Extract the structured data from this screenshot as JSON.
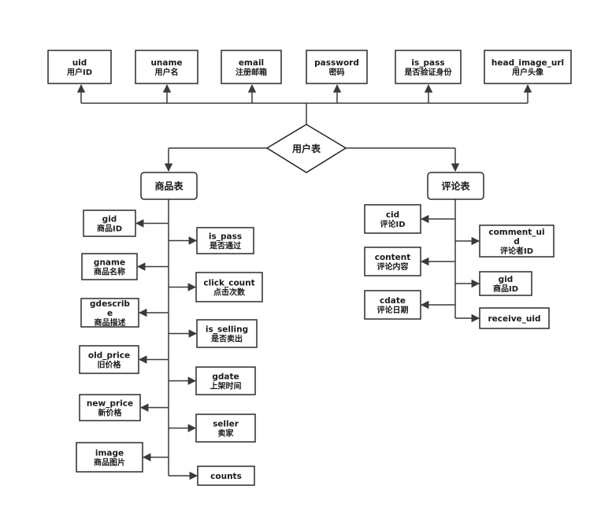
{
  "user_table": {
    "name": "用户表",
    "fields": [
      {
        "lines": [
          "uid",
          "用户ID"
        ]
      },
      {
        "lines": [
          "uname",
          "用户名"
        ]
      },
      {
        "lines": [
          "email",
          "注册邮箱"
        ]
      },
      {
        "lines": [
          "password",
          "密码"
        ]
      },
      {
        "lines": [
          "is_pass",
          "是否验证身份"
        ]
      },
      {
        "lines": [
          "head_image_url",
          "用户头像"
        ]
      }
    ]
  },
  "goods_table": {
    "name": "商品表",
    "left_fields": [
      {
        "lines": [
          "gid",
          "商品ID"
        ]
      },
      {
        "lines": [
          "gname",
          "商品名称"
        ]
      },
      {
        "lines": [
          "gdescrib",
          "e",
          "商品描述"
        ]
      },
      {
        "lines": [
          "old_price",
          "旧价格"
        ]
      },
      {
        "lines": [
          "new_price",
          "新价格"
        ]
      },
      {
        "lines": [
          "image",
          "商品图片"
        ]
      }
    ],
    "right_fields": [
      {
        "lines": [
          "is_pass",
          "是否通过"
        ]
      },
      {
        "lines": [
          "click_count",
          "点击次数"
        ]
      },
      {
        "lines": [
          "is_selling",
          "是否卖出"
        ]
      },
      {
        "lines": [
          "gdate",
          "上架时间"
        ]
      },
      {
        "lines": [
          "seller",
          "卖家"
        ]
      },
      {
        "lines": [
          "counts"
        ]
      }
    ]
  },
  "comment_table": {
    "name": "评论表",
    "left_fields": [
      {
        "lines": [
          "cid",
          "评论ID"
        ]
      },
      {
        "lines": [
          "content",
          "评论内容"
        ]
      },
      {
        "lines": [
          "cdate",
          "评论日期"
        ]
      }
    ],
    "right_fields": [
      {
        "lines": [
          "comment_ui",
          "d",
          "评论者ID"
        ]
      },
      {
        "lines": [
          "gid",
          "商品ID"
        ]
      },
      {
        "lines": [
          "receive_uid"
        ]
      }
    ]
  }
}
